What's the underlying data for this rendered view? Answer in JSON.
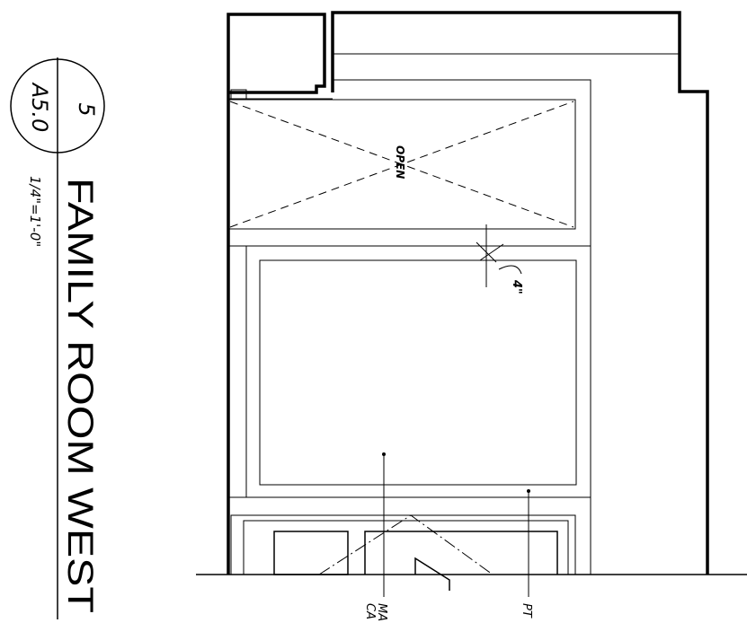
{
  "title_block": {
    "view_number": "5",
    "sheet_ref": "A5.0",
    "title": "FAMILY ROOM WEST",
    "scale": "1/4\"=1'-0\""
  },
  "elevation": {
    "opening_label": "OPEN",
    "dimension_label": "4\"",
    "leader_labels": [
      "MA",
      "CA",
      "PT"
    ]
  }
}
